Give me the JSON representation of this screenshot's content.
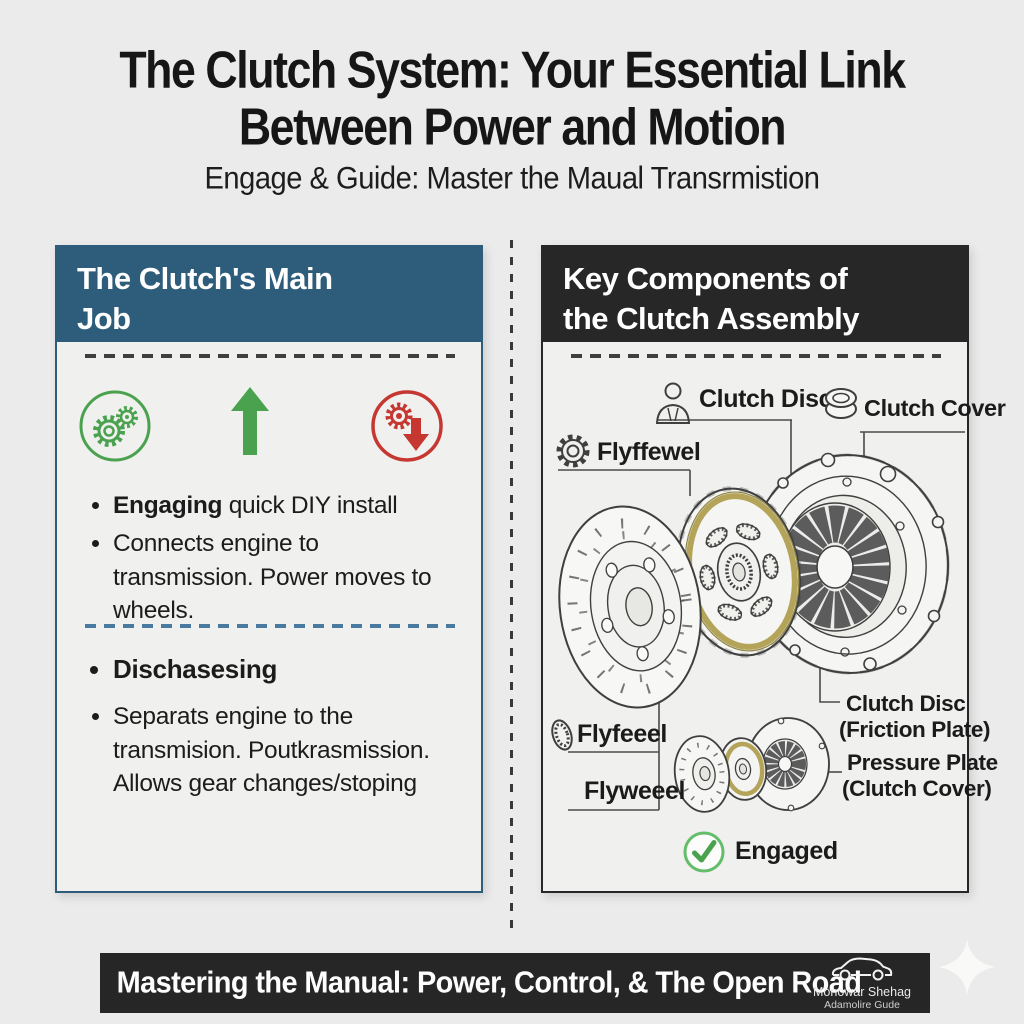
{
  "header": {
    "title_line1": "The Clutch System: Your Essential Link",
    "title_line2": "Between Power and Motion",
    "subtitle": "Engage & Guide: Master the Maual Transrmistion"
  },
  "left_panel": {
    "heading_line1": "The Clutch's Main",
    "heading_line2": "Job",
    "engaging_bold": "Engaging",
    "engaging_rest": " quick DIY install",
    "connects_text": "Connects engine to transmission. Power moves to wheels.",
    "disengaging_bold": "Dischasesing",
    "separates_text": "Separats engine to the transmision. Poutkrasmission. Allows gear changes/stoping"
  },
  "right_panel": {
    "heading_line1": "Key Components of",
    "heading_line2": "the Clutch Assembly",
    "label_clutch_disc_top": "Clutch Disc",
    "label_clutch_cover_top": "Clutch Cover",
    "label_flyffewel": "Flyffewel",
    "label_clutch_disc_right_line1": "Clutch Disc",
    "label_clutch_disc_right_line2": "(Friction Plate)",
    "label_flyfeeel": "Flyfeeel",
    "label_flyweeel": "Flyweeel",
    "label_pressure_plate_line1": "Pressure Plate",
    "label_pressure_plate_line2": "(Clutch Cover)",
    "label_engaged": "Engaged"
  },
  "footer": {
    "text": "Mastering the Manual: Power, Control, & The Open Road",
    "brand_line1": "Monowar Shehag",
    "brand_line2": "Adamolire Gude"
  },
  "icons": {
    "left_panel": [
      "dual-gears-icon",
      "up-arrow-icon",
      "gear-down-arrow-icon"
    ],
    "right_panel": [
      "mechanic-icon",
      "release-bearing-icon",
      "gear-icon",
      "bearing-icon",
      "check-icon"
    ],
    "footer": [
      "car-icon"
    ],
    "decor": [
      "sparkle-icon"
    ]
  },
  "colors": {
    "background": "#ebebeb",
    "panel_blue": "#2e5d7c",
    "panel_dark": "#272727",
    "green": "#4aa24f",
    "red": "#c53730",
    "gold": "#b3a45a",
    "line_art": "#3f3f3f"
  }
}
